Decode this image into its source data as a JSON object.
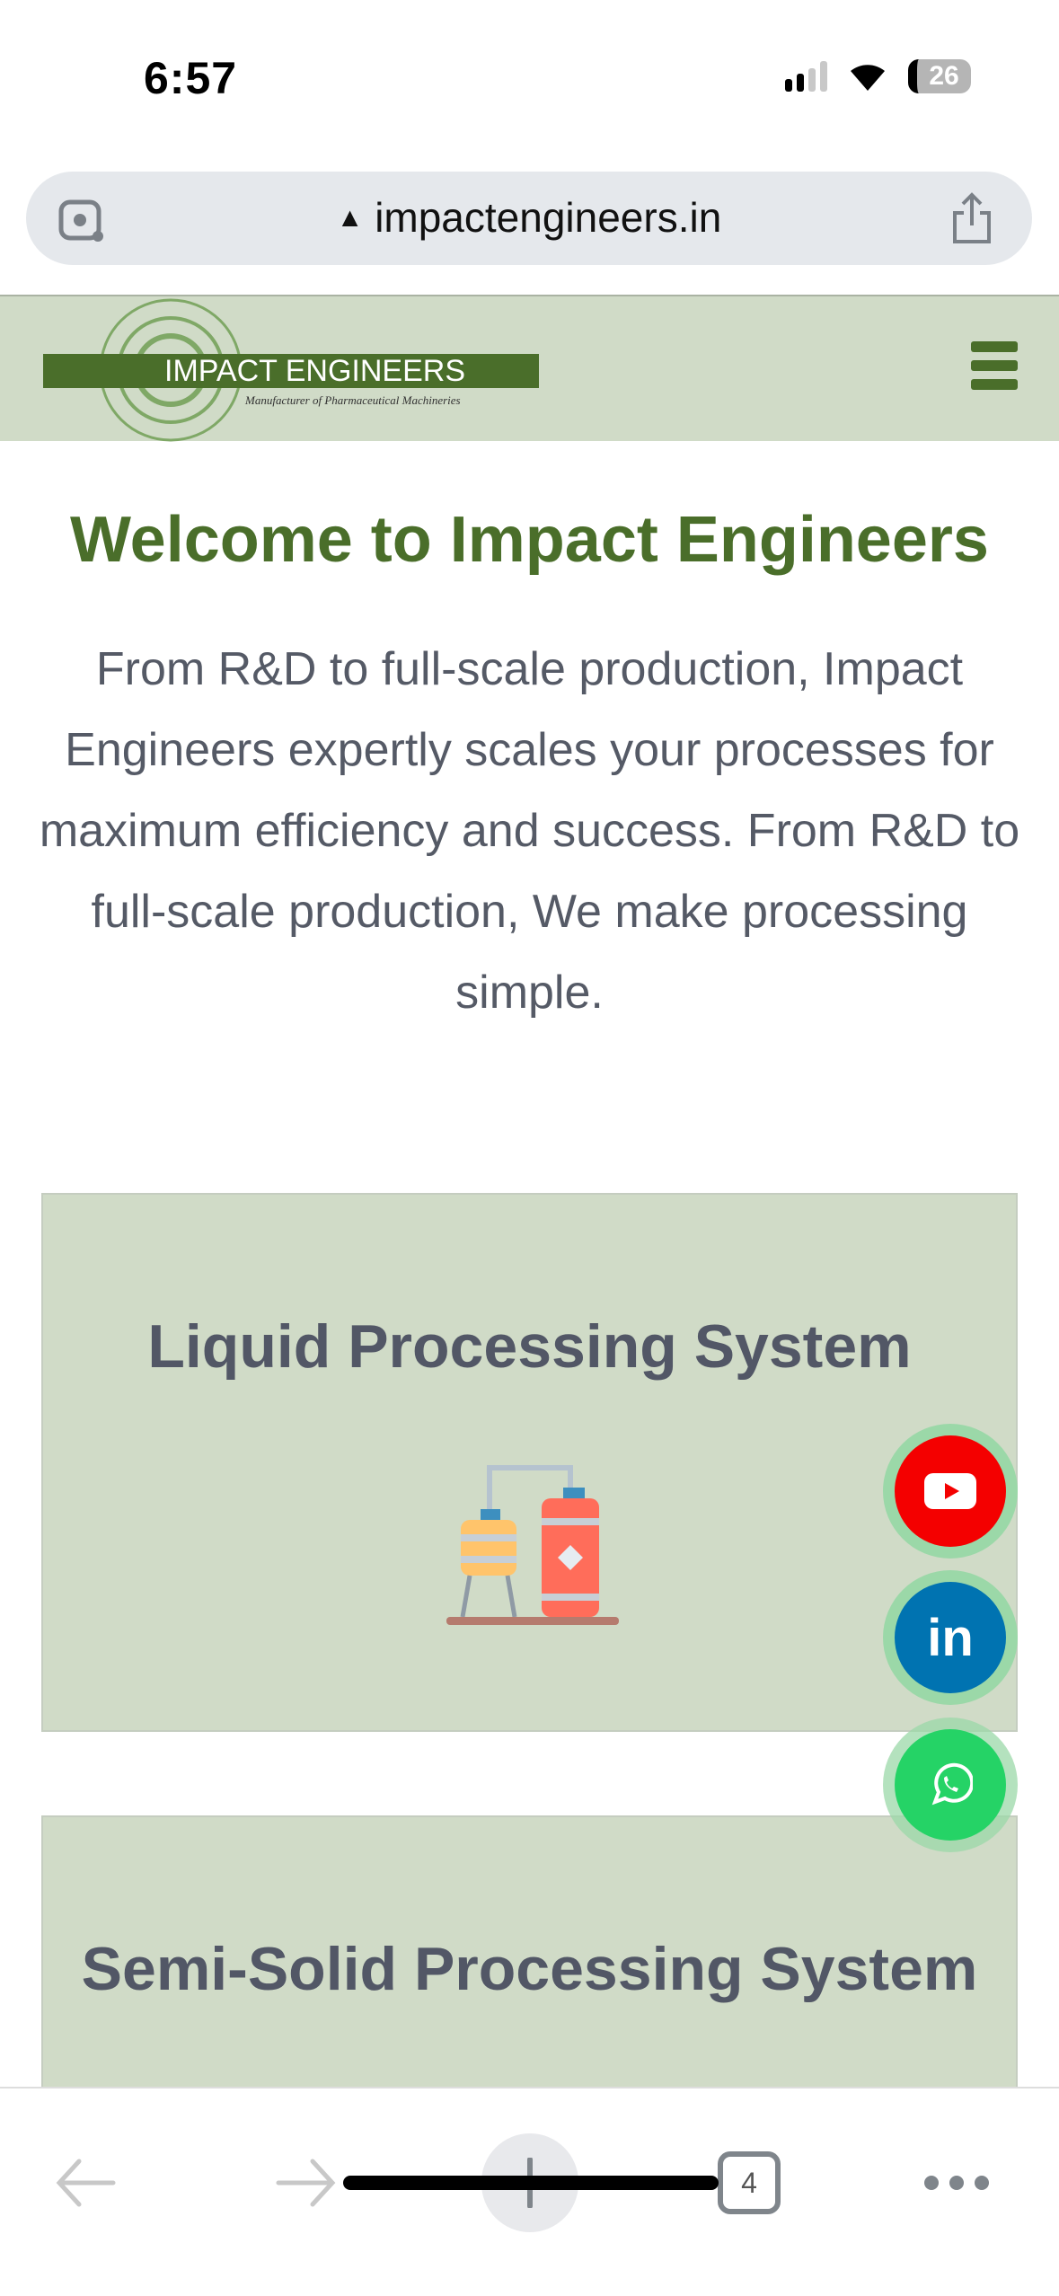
{
  "status": {
    "time": "6:57",
    "battery": "26"
  },
  "browser": {
    "url": "impactengineers.in",
    "tab_count": "4"
  },
  "header": {
    "logo_text": "IMPACT ENGINEERS",
    "logo_tagline": "Manufacturer of Pharmaceutical Machineries"
  },
  "hero": {
    "title": "Welcome to Impact Engineers",
    "body": "From R&D to full-scale production, Impact Engineers expertly scales your processes for maximum efficiency and success. From R&D to full-scale production, We make processing simple."
  },
  "cards": [
    {
      "title": "Liquid Processing System"
    },
    {
      "title": "Semi-Solid Processing System"
    }
  ],
  "social": {
    "youtube_color": "#f40000",
    "linkedin_color": "#0073b1",
    "whatsapp_color": "#25d366",
    "linkedin_label": "in"
  }
}
